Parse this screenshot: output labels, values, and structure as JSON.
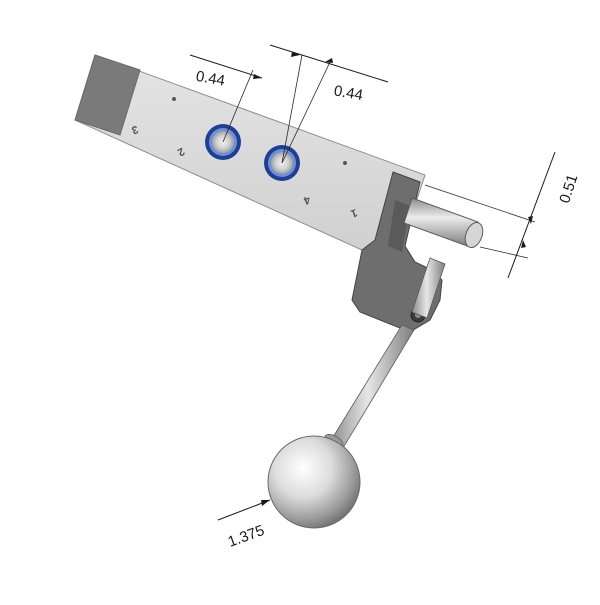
{
  "drawing": {
    "dimensions": {
      "spacing_left": "0.44",
      "spacing_right": "0.44",
      "pin_offset": "0.51",
      "ball_diameter": "1.375"
    },
    "port_markings": {
      "port_far_left": "3",
      "port_left": "2",
      "port_center": "4",
      "port_right": "1"
    }
  },
  "colors": {
    "block_face": "#d9d9d9",
    "block_end": "#7a7a7a",
    "port_ring": "#2f56b8",
    "bracket": "#6e6e6e",
    "rod": "#b8b8b8"
  }
}
